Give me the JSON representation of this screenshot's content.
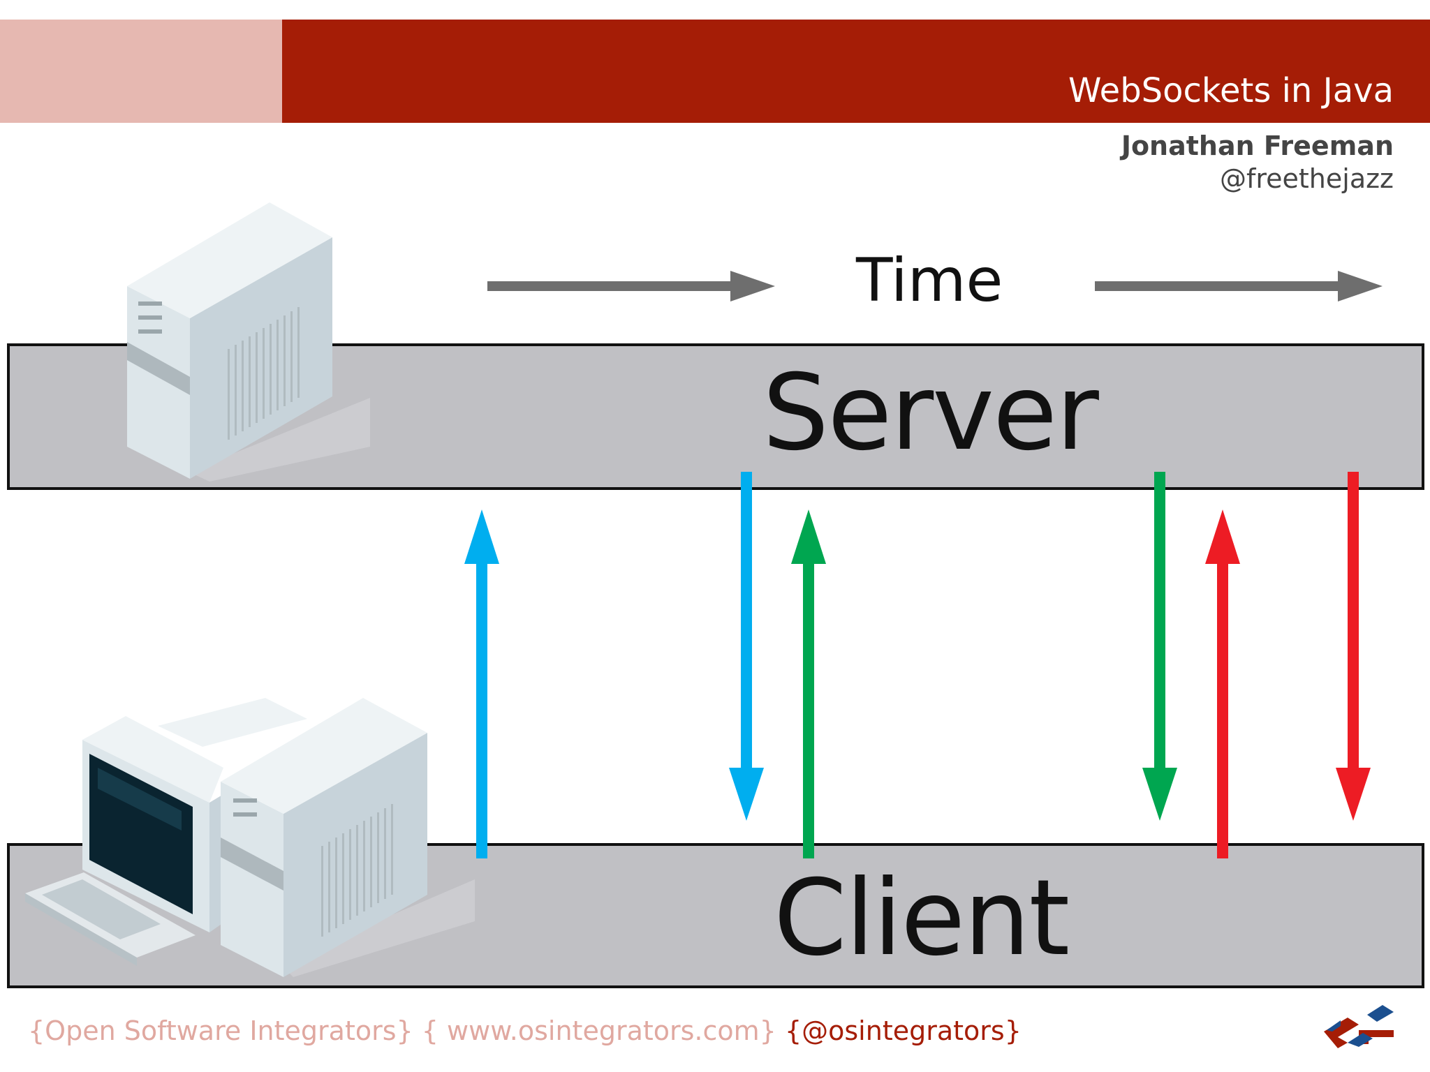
{
  "header": {
    "title": "WebSockets in Java"
  },
  "author": {
    "name": "Jonathan Freeman",
    "handle": "@freethejazz"
  },
  "diagram": {
    "time_label": "Time",
    "server_label": "Server",
    "client_label": "Client",
    "colors": {
      "band_dark": "#a51d06",
      "band_light": "#e6b8b1",
      "lane": "#c0c0c4",
      "arrow_gray": "#6e6e6e",
      "blue": "#00aeef",
      "green": "#00a650",
      "red": "#ed1c24"
    },
    "messages": [
      {
        "color": "blue",
        "direction": "up"
      },
      {
        "color": "blue",
        "direction": "down"
      },
      {
        "color": "green",
        "direction": "up"
      },
      {
        "color": "green",
        "direction": "down"
      },
      {
        "color": "red",
        "direction": "up"
      },
      {
        "color": "red",
        "direction": "down"
      }
    ]
  },
  "footer": {
    "company": "{Open Software Integrators}",
    "website": "{ www.osintegrators.com}",
    "twitter": "{@osintegrators}"
  }
}
